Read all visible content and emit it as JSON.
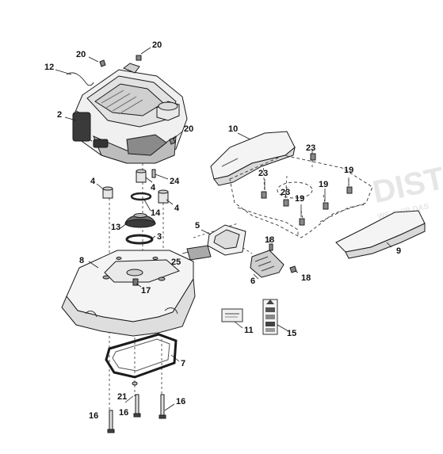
{
  "watermark": {
    "text": "DIST",
    "subtext": "WE SHIP DAS"
  },
  "callouts": {
    "p1": "12",
    "p2": "20",
    "p3": "20",
    "p4": "2",
    "p5": "20",
    "p6": "24",
    "p7": "4",
    "p8": "4",
    "p9": "14",
    "p10": "4",
    "p11": "13",
    "p12": "3",
    "p13": "8",
    "p14": "25",
    "p15": "17",
    "p16": "7",
    "p17": "21",
    "p18": "16",
    "p19": "16",
    "p20": "16",
    "p21": "10",
    "p22": "23",
    "p23": "23",
    "p24": "23",
    "p25": "19",
    "p26": "19",
    "p27": "19",
    "p28": "5",
    "p29": "18",
    "p30": "6",
    "p31": "18",
    "p32": "9",
    "p33": "11",
    "p34": "15"
  },
  "colors": {
    "line": "#1a1a1a",
    "fill": "#f2f2f2",
    "shade": "#c9c9c9",
    "dark": "#555555"
  }
}
